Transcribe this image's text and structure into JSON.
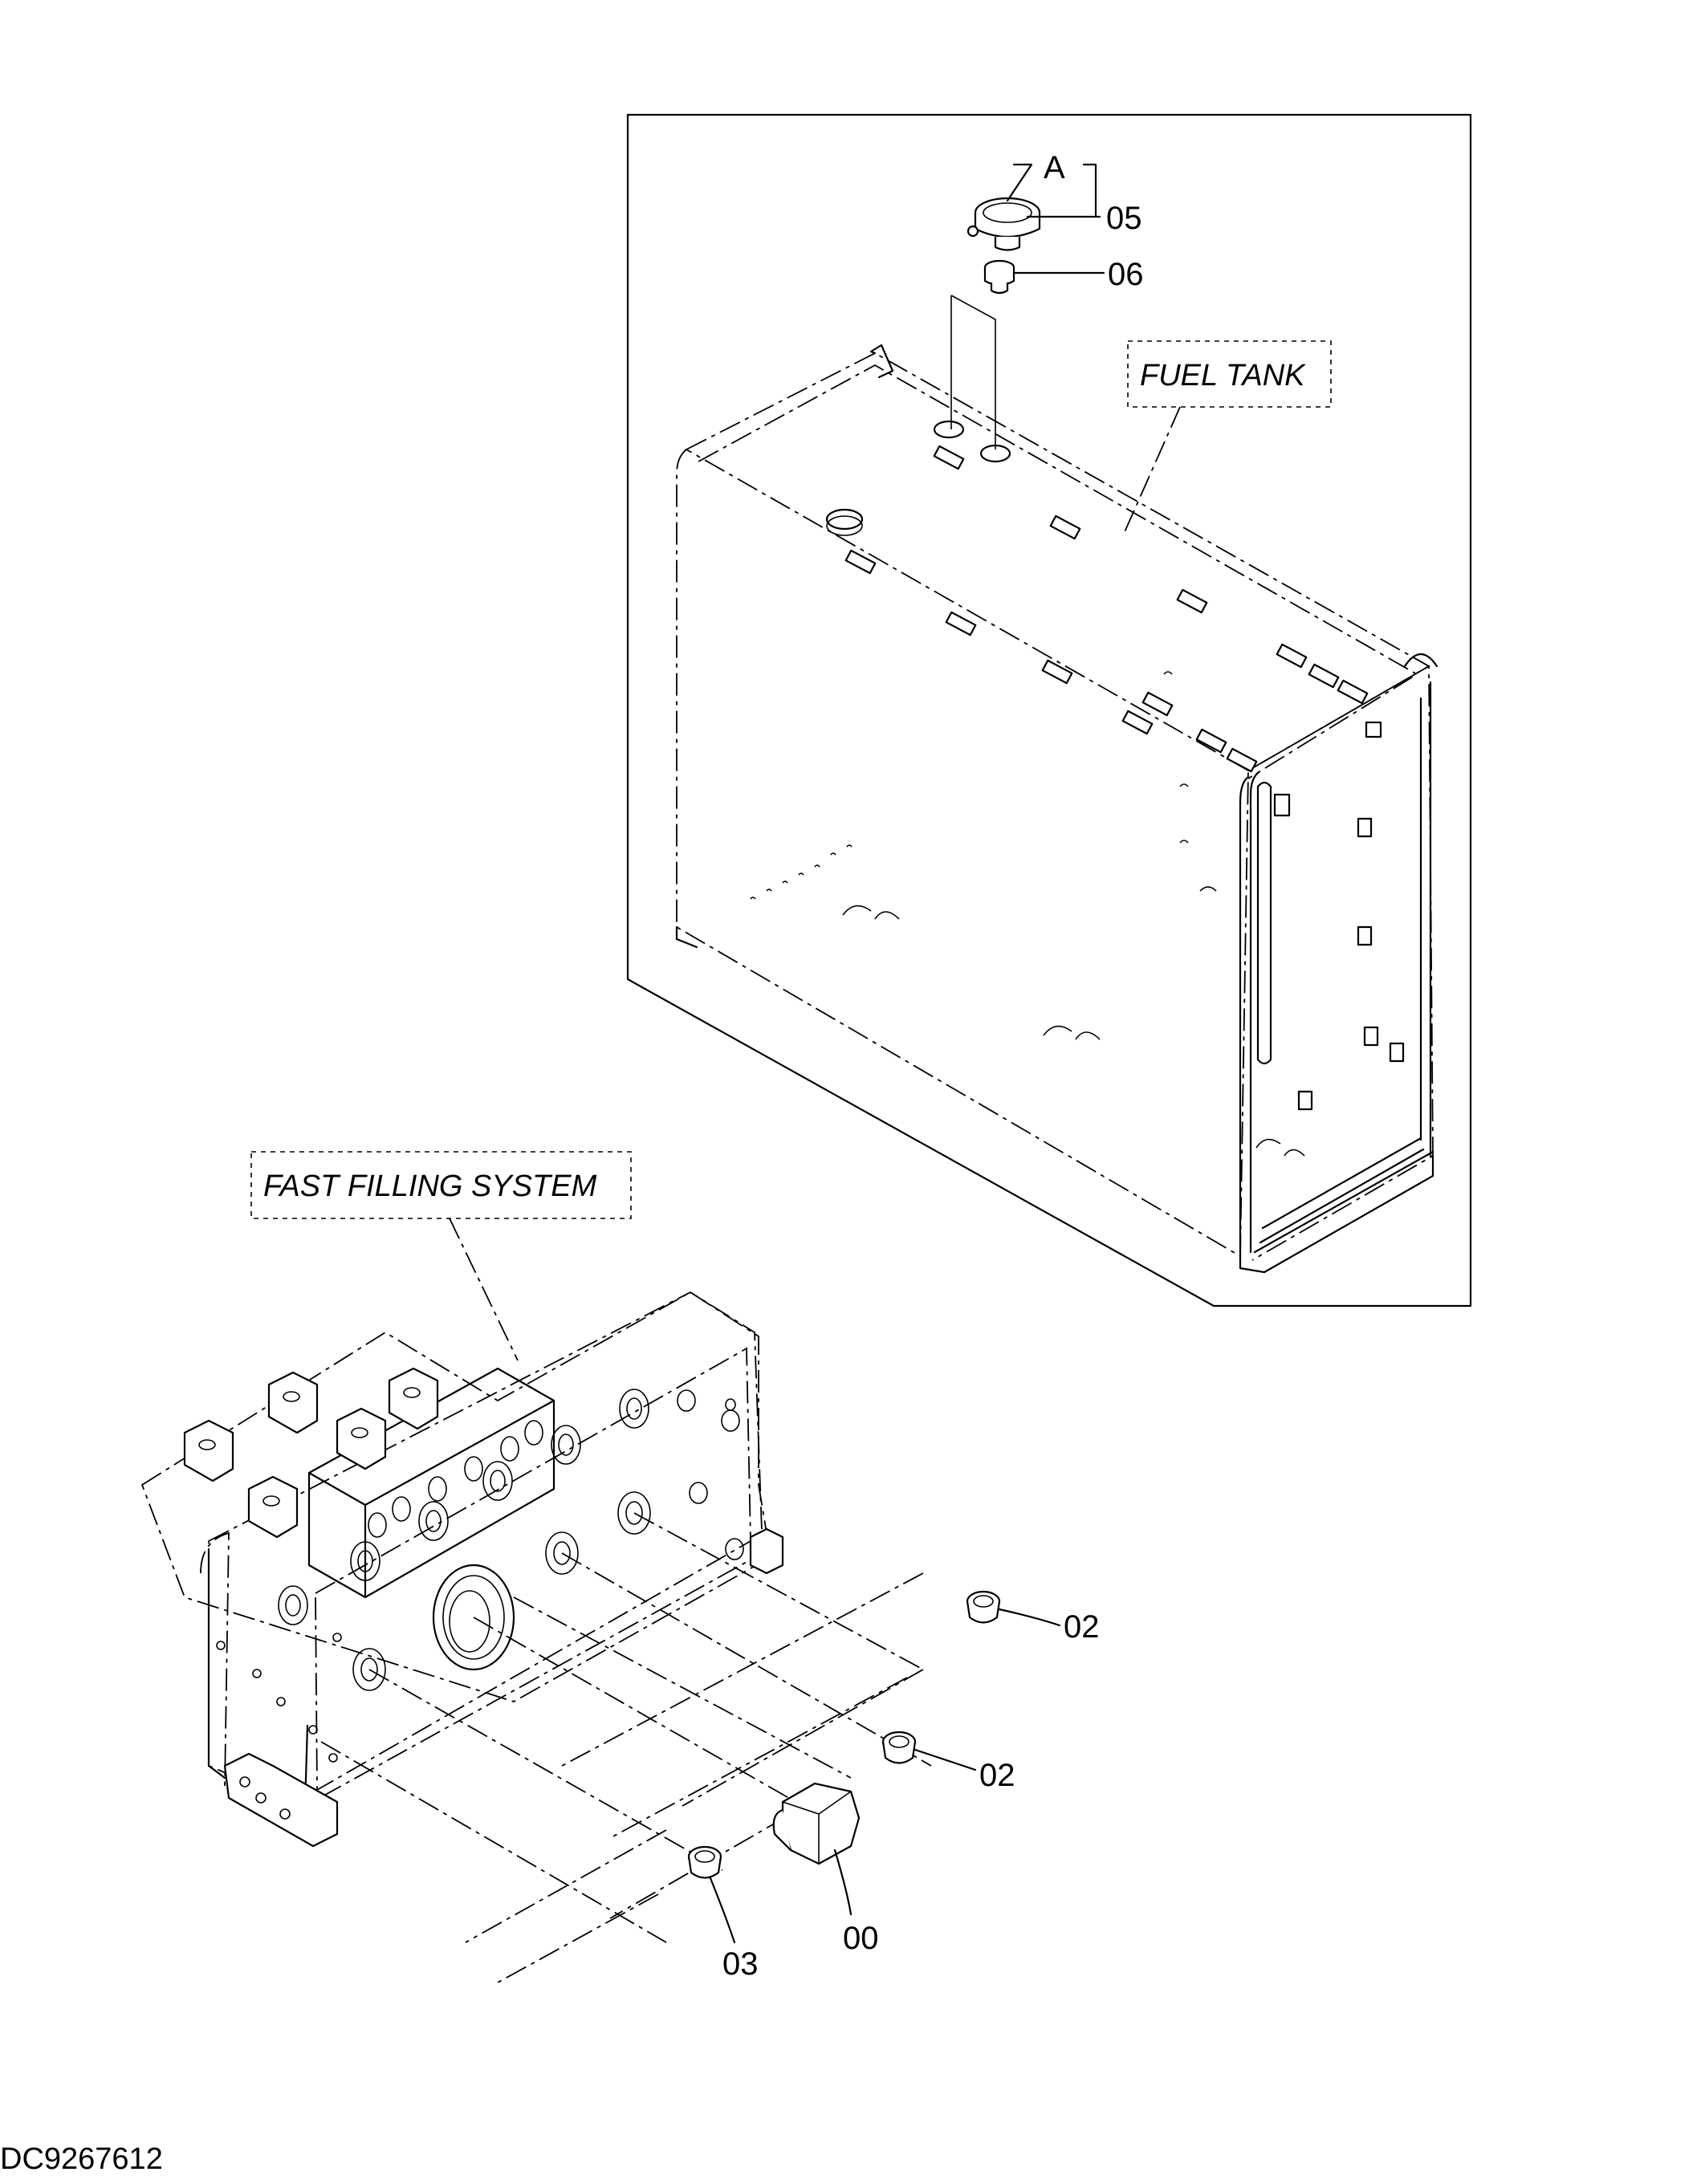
{
  "callouts": {
    "fuel_tank": "FUEL TANK",
    "fast_filling_system": "FAST FILLING SYSTEM",
    "detail_a": "A"
  },
  "part_numbers": {
    "p05": "05",
    "p06": "06",
    "p02_upper": "02",
    "p02_lower": "02",
    "p03": "03",
    "p00": "00"
  },
  "drawing_code": "DC9267612"
}
